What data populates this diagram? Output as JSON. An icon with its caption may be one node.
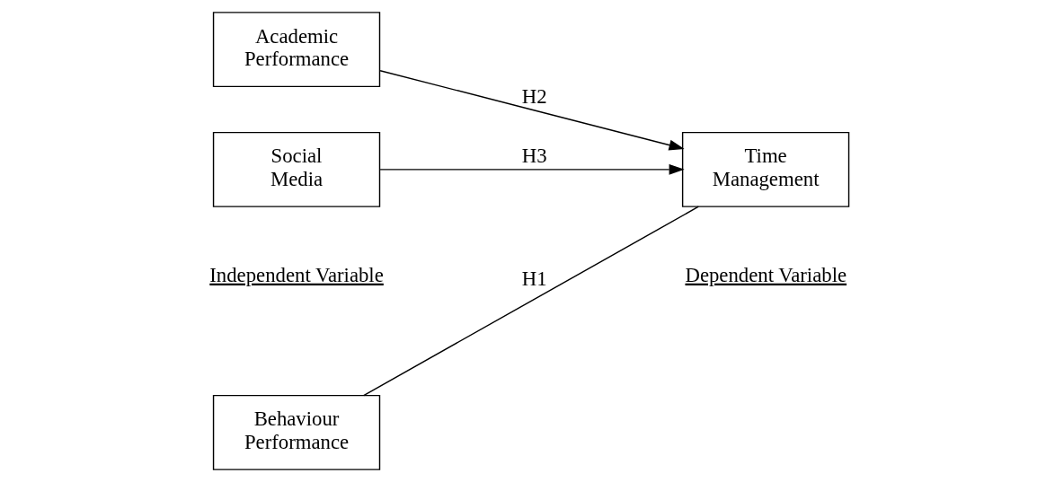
{
  "diagram": {
    "nodes": [
      {
        "text": [
          "Behaviour Performance"
        ]
      },
      {
        "text": [
          "Academic Performance"
        ]
      },
      {
        "text": [
          "Social Media"
        ]
      },
      {
        "text": [
          "Time Management"
        ]
      }
    ],
    "edges": [
      {
        "from": 0,
        "to": 3,
        "arrow": "none",
        "label": "H1"
      },
      {
        "from": 1,
        "to": 3,
        "arrow": "to",
        "label": "H2"
      },
      {
        "from": 2,
        "to": 3,
        "arrow": "to",
        "label": "H3"
      }
    ],
    "labels": [
      "Independent Variable",
      "Dependent Variable"
    ]
  }
}
